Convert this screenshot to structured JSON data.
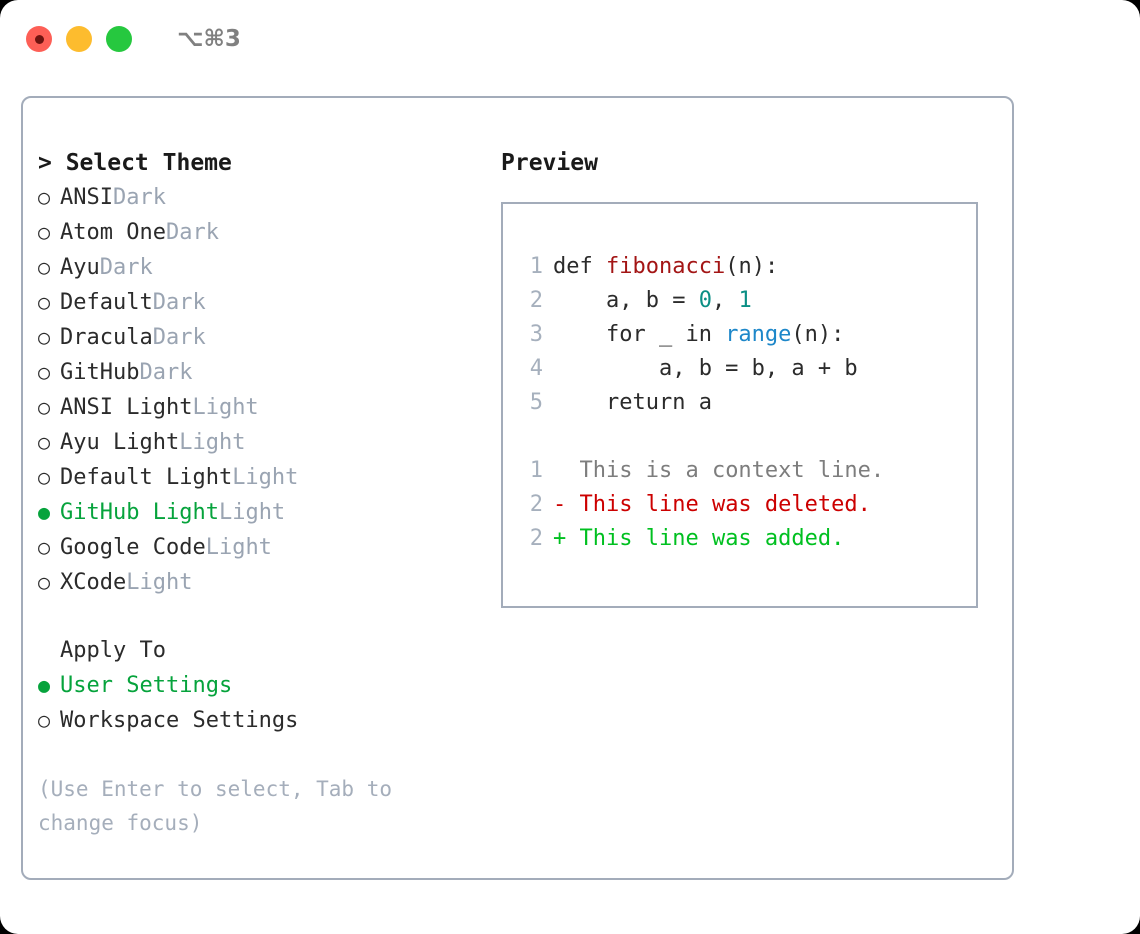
{
  "titlebar": {
    "shortcut": "⌥⌘3",
    "buttons": [
      "close",
      "minimize",
      "maximize"
    ]
  },
  "theme_list": {
    "header": "> Select Theme",
    "items": [
      {
        "marker": "○",
        "name": "ANSI",
        "variant": "Dark",
        "selected": false
      },
      {
        "marker": "○",
        "name": "Atom One",
        "variant": "Dark",
        "selected": false
      },
      {
        "marker": "○",
        "name": "Ayu",
        "variant": "Dark",
        "selected": false
      },
      {
        "marker": "○",
        "name": "Default",
        "variant": "Dark",
        "selected": false
      },
      {
        "marker": "○",
        "name": "Dracula",
        "variant": "Dark",
        "selected": false
      },
      {
        "marker": "○",
        "name": "GitHub",
        "variant": "Dark",
        "selected": false
      },
      {
        "marker": "○",
        "name": "ANSI Light",
        "variant": "Light",
        "selected": false
      },
      {
        "marker": "○",
        "name": "Ayu Light",
        "variant": "Light",
        "selected": false
      },
      {
        "marker": "○",
        "name": "Default Light",
        "variant": "Light",
        "selected": false
      },
      {
        "marker": "●",
        "name": "GitHub Light",
        "variant": "Light",
        "selected": true
      },
      {
        "marker": "○",
        "name": "Google Code",
        "variant": "Light",
        "selected": false
      },
      {
        "marker": "○",
        "name": "XCode",
        "variant": "Light",
        "selected": false
      }
    ]
  },
  "apply_to": {
    "label": "Apply To",
    "options": [
      {
        "marker": "●",
        "name": "User Settings",
        "selected": true
      },
      {
        "marker": "○",
        "name": "Workspace Settings",
        "selected": false
      }
    ]
  },
  "hint": "(Use Enter to select, Tab to change focus)",
  "preview": {
    "title": "Preview",
    "code_lines": [
      {
        "no": "1",
        "segments": [
          {
            "t": "def ",
            "c": "plain"
          },
          {
            "t": "fibonacci",
            "c": "fn"
          },
          {
            "t": "(n):",
            "c": "plain"
          }
        ]
      },
      {
        "no": "2",
        "segments": [
          {
            "t": "    a, b = ",
            "c": "plain"
          },
          {
            "t": "0",
            "c": "num"
          },
          {
            "t": ", ",
            "c": "plain"
          },
          {
            "t": "1",
            "c": "num"
          }
        ]
      },
      {
        "no": "3",
        "segments": [
          {
            "t": "    for _ in ",
            "c": "plain"
          },
          {
            "t": "range",
            "c": "builtin"
          },
          {
            "t": "(n):",
            "c": "plain"
          }
        ]
      },
      {
        "no": "4",
        "segments": [
          {
            "t": "        a, b = b, a + b",
            "c": "plain"
          }
        ]
      },
      {
        "no": "5",
        "segments": [
          {
            "t": "    return a",
            "c": "plain"
          }
        ]
      }
    ],
    "diff_lines": [
      {
        "no": "1",
        "sign": " ",
        "text": "This is a context line.",
        "kind": "ctx"
      },
      {
        "no": "2",
        "sign": "-",
        "text": "This line was deleted.",
        "kind": "del"
      },
      {
        "no": "2",
        "sign": "+",
        "text": "This line was added.",
        "kind": "add"
      }
    ]
  },
  "colors": {
    "accent_green": "#06a33c",
    "diff_add": "#00c020",
    "diff_delete": "#cc0000",
    "muted": "#9aa4b2",
    "border": "#a3acba",
    "keyword_fn": "#a31515",
    "number": "#0b8f85",
    "builtin": "#1d87c9"
  }
}
